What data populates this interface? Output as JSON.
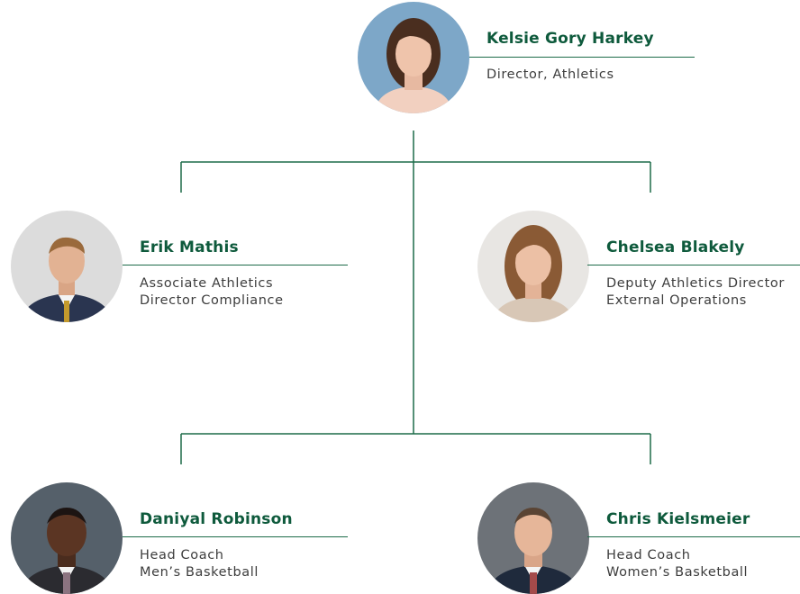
{
  "colors": {
    "accent": "#0e5a3c",
    "line": "#1d6b49",
    "text": "#3d3d3d"
  },
  "director": {
    "name": "Kelsie Gory Harkey",
    "title_lines": [
      "Director, Athletics"
    ],
    "photo_icon": "female-portrait"
  },
  "reports": [
    {
      "name": "Erik Mathis",
      "title_lines": [
        "Associate Athletics",
        "Director Compliance"
      ],
      "photo_icon": "male-portrait"
    },
    {
      "name": "Chelsea Blakely",
      "title_lines": [
        "Deputy Athletics Director",
        "External Operations"
      ],
      "photo_icon": "female-portrait"
    },
    {
      "name": "Daniyal Robinson",
      "title_lines": [
        "Head Coach",
        "Men’s Basketball"
      ],
      "photo_icon": "male-portrait"
    },
    {
      "name": "Chris Kielsmeier",
      "title_lines": [
        "Head Coach",
        "Women’s Basketball"
      ],
      "photo_icon": "male-portrait"
    }
  ]
}
